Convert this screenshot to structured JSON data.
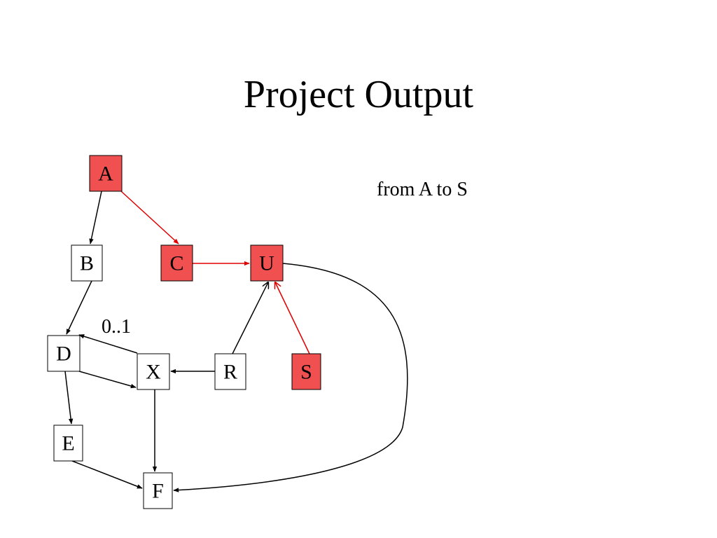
{
  "title": "Project Output",
  "caption": "from A to S",
  "multiplicity_label": "0..1",
  "colors": {
    "highlight_fill": "#f05050",
    "highlight_edge": "#e00000",
    "normal_fill": "#ffffff",
    "normal_edge": "#000000"
  },
  "nodes": [
    {
      "id": "A",
      "label": "A",
      "highlighted": true
    },
    {
      "id": "B",
      "label": "B",
      "highlighted": false
    },
    {
      "id": "C",
      "label": "C",
      "highlighted": true
    },
    {
      "id": "U",
      "label": "U",
      "highlighted": true
    },
    {
      "id": "D",
      "label": "D",
      "highlighted": false
    },
    {
      "id": "X",
      "label": "X",
      "highlighted": false
    },
    {
      "id": "R",
      "label": "R",
      "highlighted": false
    },
    {
      "id": "S",
      "label": "S",
      "highlighted": true
    },
    {
      "id": "E",
      "label": "E",
      "highlighted": false
    },
    {
      "id": "F",
      "label": "F",
      "highlighted": false
    }
  ],
  "edges": [
    {
      "from": "A",
      "to": "B",
      "highlighted": false
    },
    {
      "from": "A",
      "to": "C",
      "highlighted": true
    },
    {
      "from": "C",
      "to": "U",
      "highlighted": true
    },
    {
      "from": "B",
      "to": "D",
      "highlighted": false
    },
    {
      "from": "X",
      "to": "D",
      "highlighted": false
    },
    {
      "from": "D",
      "to": "X",
      "highlighted": false
    },
    {
      "from": "R",
      "to": "X",
      "highlighted": false
    },
    {
      "from": "R",
      "to": "U",
      "highlighted": false
    },
    {
      "from": "S",
      "to": "U",
      "highlighted": true
    },
    {
      "from": "D",
      "to": "E",
      "highlighted": false
    },
    {
      "from": "E",
      "to": "F",
      "highlighted": false
    },
    {
      "from": "X",
      "to": "F",
      "highlighted": false
    },
    {
      "from": "U",
      "to": "F",
      "highlighted": false
    }
  ]
}
